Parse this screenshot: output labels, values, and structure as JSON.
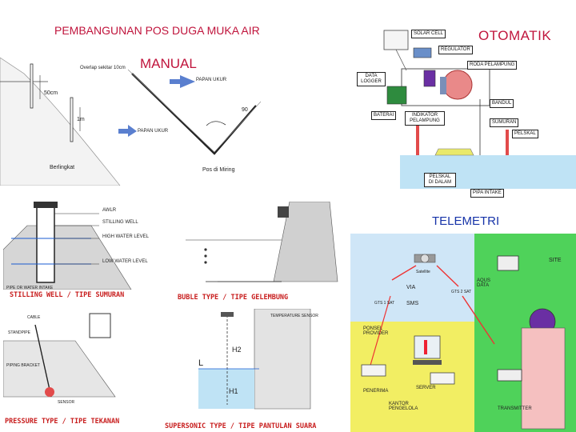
{
  "title": "PEMBANGUNAN POS DUGA MUKA AIR",
  "manual": {
    "heading": "MANUAL",
    "labels": {
      "overlap": "Overlap sekitar 10cm",
      "papan_ukur_1": "PAPAN UKUR",
      "papan_ukur_2": "PAPAN UKUR",
      "m50": "50cm",
      "m1": "1m",
      "deg90": "90",
      "berlingkat": "Berlingkat",
      "pos_miring": "Pos di Miring"
    }
  },
  "otomatik": {
    "heading": "OTOMATIK",
    "labels": {
      "solar_cell": "SOLAR CELL",
      "regulator": "REGULATOR",
      "roda_pelampung": "RODA PELAMPUNG",
      "data_logger": "DATA LOGGER",
      "bandul": "BANDUL",
      "baterai": "BATERAI",
      "indikator": "INDIKATOR PELAMPUNG",
      "sumuran": "SUMURAN",
      "pelskal": "PELSKAL",
      "pelskal_dalam": "PELSKAL DI DALAM",
      "pipa_intake": "PIPA INTAKE"
    }
  },
  "stilling": {
    "labels": [
      "AWLR",
      "STILLING WELL",
      "HIGH WATER LEVEL",
      "LOW WATER LEVEL",
      "PIPE OR WATER INTAKE"
    ],
    "caption": "STILLING WELL / TIPE SUMURAN"
  },
  "buble": {
    "caption": "BUBLE TYPE / TIPE GELEMBUNG"
  },
  "pressure": {
    "labels": [
      "CABLE",
      "STANDPIPE",
      "PIPING BRACKET",
      "SENSOR"
    ],
    "caption": "PRESSURE TYPE / TIPE TEKANAN"
  },
  "supersonic": {
    "labels": [
      "TEMPERATURE SENSOR",
      "H2",
      "L",
      "H1"
    ],
    "caption": "SUPERSONIC TYPE / TIPE PANTULAN SUARA"
  },
  "telemetri": {
    "heading": "TELEMETRI",
    "labels": {
      "satellite": "Satellite",
      "via": "VIA",
      "sms": "SMS",
      "gts_1": "GTS 1 SAT",
      "gts_2": "GTS 2 SAT",
      "ponsel": "PONSEL PROVIDER",
      "penerima": "PENERIMA",
      "server": "SERVER",
      "kantor": "KANTOR PENGELOLA",
      "transmitter": "TRANSMITTER",
      "site": "SITE",
      "aqua": "AQUS DATA"
    }
  },
  "colors": {
    "accent_red": "#c0143c",
    "caption_red": "#c81e1e",
    "telemetri_blue": "#1633a8",
    "water_blue": "#bfe3f5",
    "yellow_panel": "#f2ee63",
    "green_panel": "#4fd25a"
  }
}
